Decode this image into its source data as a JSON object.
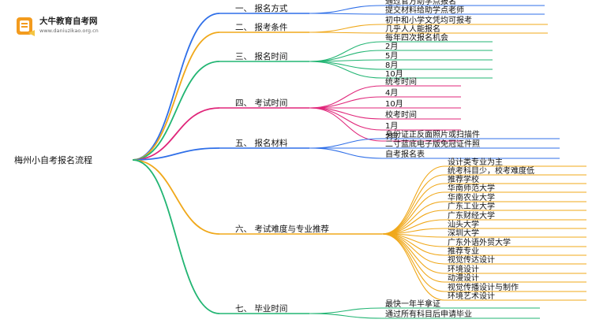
{
  "logo": {
    "title": "大牛教育自考网",
    "url": "www.daniuzikao.org.cn"
  },
  "root": "梅州小自考报名流程",
  "branches": [
    {
      "id": "method",
      "label": "一、 报名方式",
      "color": "#2f6fe8",
      "leaves": [
        "通过官方助学点报名",
        "提交材料给助学点老师"
      ]
    },
    {
      "id": "requirements",
      "label": "二、 报考条件",
      "color": "#f0a81a",
      "leaves": [
        "初中和小学文凭均可报考",
        "几乎人人能报名"
      ]
    },
    {
      "id": "signup-time",
      "label": "三、 报名时间",
      "color": "#22b573",
      "leaves": [
        "每年四次报名机会",
        "2月",
        "5月",
        "8月",
        "10月"
      ]
    },
    {
      "id": "exam-time",
      "label": "四、 考试时间",
      "color": "#e0267a",
      "leaves": [
        "统考时间",
        "4月",
        "10月",
        "校考时间",
        "1月",
        "7月"
      ]
    },
    {
      "id": "materials",
      "label": "五、 报名材料",
      "color": "#2f6fe8",
      "leaves": [
        "身份证正反面照片或扫描件",
        "二寸蓝底电子版免冠证件照",
        "自考报名表"
      ]
    },
    {
      "id": "difficulty",
      "label": "六、 考试难度与专业推荐",
      "color": "#f0a81a",
      "leaves": [
        "设计类专业为主",
        "统考科目少，校考难度低",
        "推荐学校",
        "华南师范大学",
        "华南农业大学",
        "广东工业大学",
        "广东财经大学",
        "汕头大学",
        "深圳大学",
        "广东外语外贸大学",
        "推荐专业",
        "视觉传达设计",
        "环境设计",
        "动漫设计",
        "视觉传播设计与制作",
        "环境艺术设计"
      ]
    },
    {
      "id": "graduation",
      "label": "七、 毕业时间",
      "color": "#22b573",
      "leaves": [
        "最快一年半拿证",
        "通过所有科目后申请毕业"
      ]
    }
  ]
}
